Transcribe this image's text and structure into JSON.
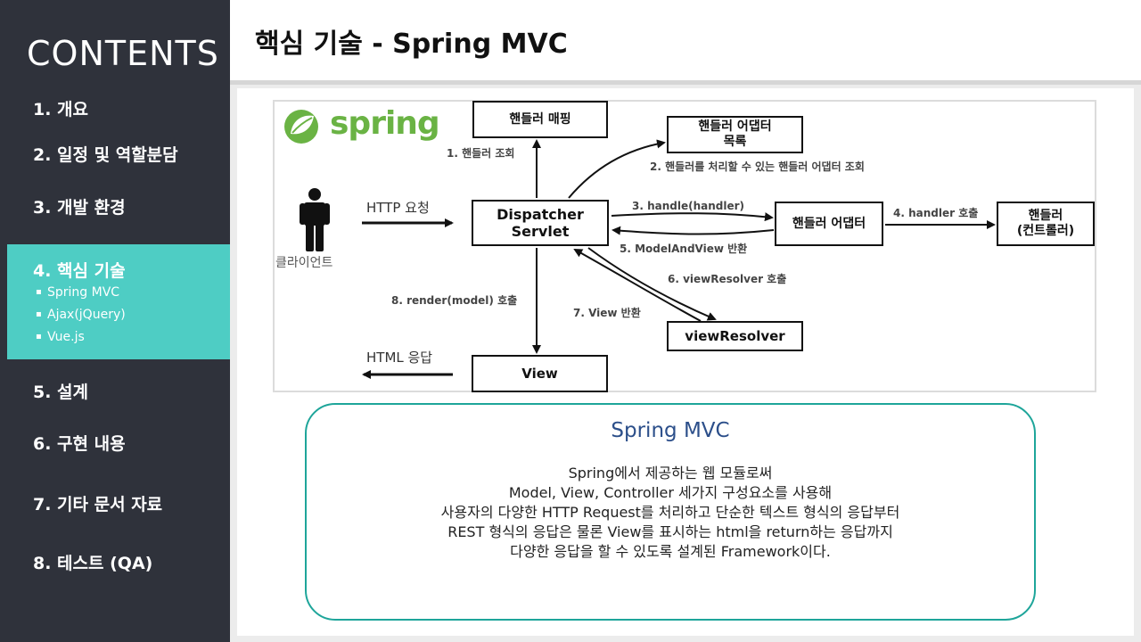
{
  "sidebar": {
    "title": "CONTENTS",
    "items": [
      {
        "label": "1.  개요"
      },
      {
        "label": "2. 일정 및 역할분담"
      },
      {
        "label": "3.  개발 환경"
      },
      {
        "label": "4.  핵심 기술"
      },
      {
        "label": "5.  설계"
      },
      {
        "label": "6.  구현 내용"
      },
      {
        "label": "7.  기타 문서 자료"
      },
      {
        "label": "8.  테스트 (QA)"
      }
    ],
    "subitems": [
      "Spring MVC",
      "Ajax(jQuery)",
      "Vue.js"
    ],
    "active_color": "#4ecdc4",
    "bg_color": "#2f323b"
  },
  "header": {
    "title": "핵심 기술 - Spring MVC"
  },
  "diagram": {
    "logo_text": "spring",
    "boxes": {
      "handler_mapping": "핸들러 매핑",
      "adapter_list_1": "핸들러 어댑터",
      "adapter_list_2": "목록",
      "dispatcher_1": "Dispatcher",
      "dispatcher_2": "Servlet",
      "adapter": "핸들러 어댑터",
      "handler_1": "핸들러",
      "handler_2": "(컨트롤러)",
      "view_resolver": "viewResolver",
      "view": "View"
    },
    "client_label": "클라이언트",
    "labels": {
      "http_request": "HTTP 요청",
      "html_response": "HTML 응답",
      "step1": "1. 핸들러 조회",
      "step2": "2. 핸들러를 처리할 수 있는 핸들러 어댑터 조회",
      "step3": "3. handle(handler)",
      "step4": "4. handler 호출",
      "step5": "5. ModelAndView 반환",
      "step6": "6. viewResolver 호출",
      "step7": "7. View 반환",
      "step8": "8. render(model) 호출"
    }
  },
  "description": {
    "title": "Spring MVC",
    "lines": [
      "Spring에서 제공하는 웹 모듈로써",
      "Model, View, Controller 세가지 구성요소를 사용해",
      "사용자의 다양한 HTTP Request를 처리하고 단순한 텍스트 형식의 응답부터",
      "REST 형식의 응답은 물론 View를 표시하는 html을 return하는 응답까지",
      "다양한 응답을 할 수 있도록 설계된 Framework이다."
    ],
    "border_color": "#1ea59a",
    "title_color": "#2c4f8a"
  }
}
